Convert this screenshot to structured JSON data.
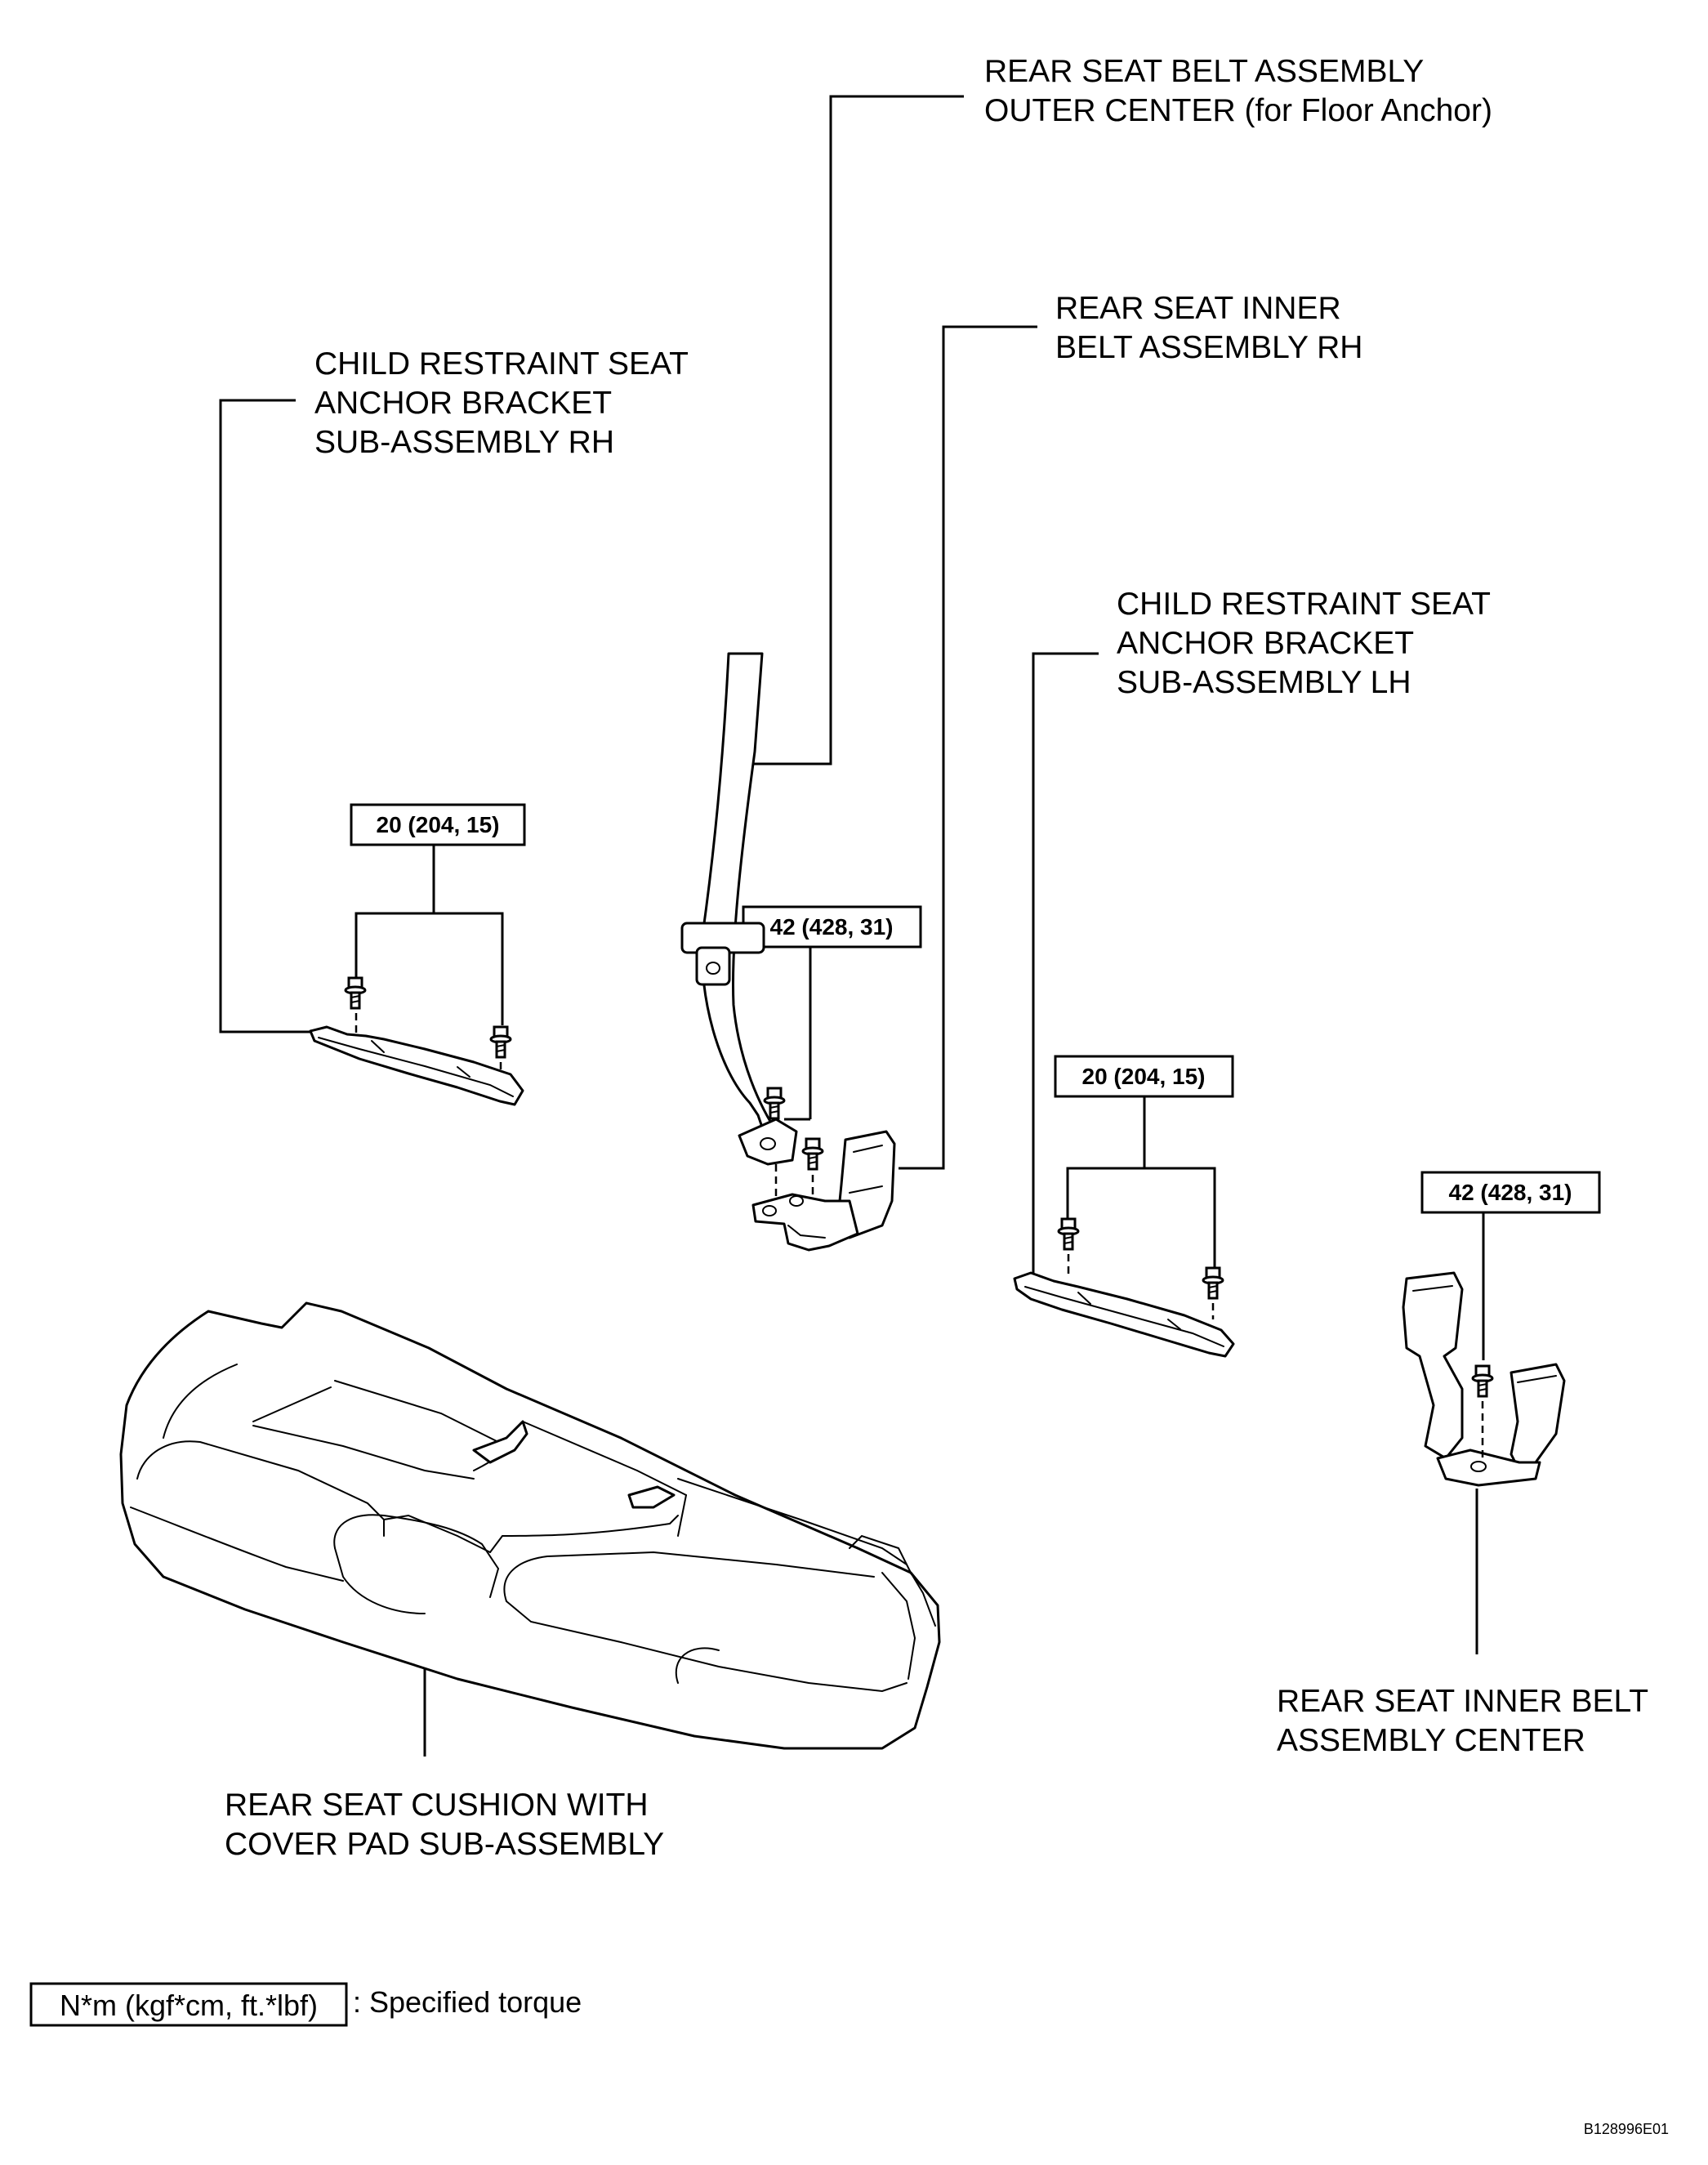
{
  "labels": {
    "outer_center_belt": [
      "REAR SEAT BELT ASSEMBLY",
      "OUTER CENTER (for Floor Anchor)"
    ],
    "inner_belt_rh": [
      "REAR SEAT INNER",
      "BELT ASSEMBLY RH"
    ],
    "child_anchor_rh": [
      "CHILD RESTRAINT SEAT",
      "ANCHOR BRACKET",
      "SUB-ASSEMBLY RH"
    ],
    "child_anchor_lh": [
      "CHILD RESTRAINT SEAT",
      "ANCHOR BRACKET",
      "SUB-ASSEMBLY LH"
    ],
    "cushion": [
      "REAR SEAT CUSHION WITH",
      "COVER PAD SUB-ASSEMBLY"
    ],
    "inner_belt_center": [
      "REAR SEAT INNER BELT",
      "ASSEMBLY CENTER"
    ]
  },
  "torques": {
    "anchor_rh": "20 (204, 15)",
    "belt_rh": "42 (428, 31)",
    "anchor_lh": "20 (204, 15)",
    "belt_center": "42 (428, 31)"
  },
  "legend": {
    "unit_box": "N*m (kgf*cm, ft.*lbf)",
    "description": ": Specified torque"
  },
  "figure_id": "B128996E01"
}
